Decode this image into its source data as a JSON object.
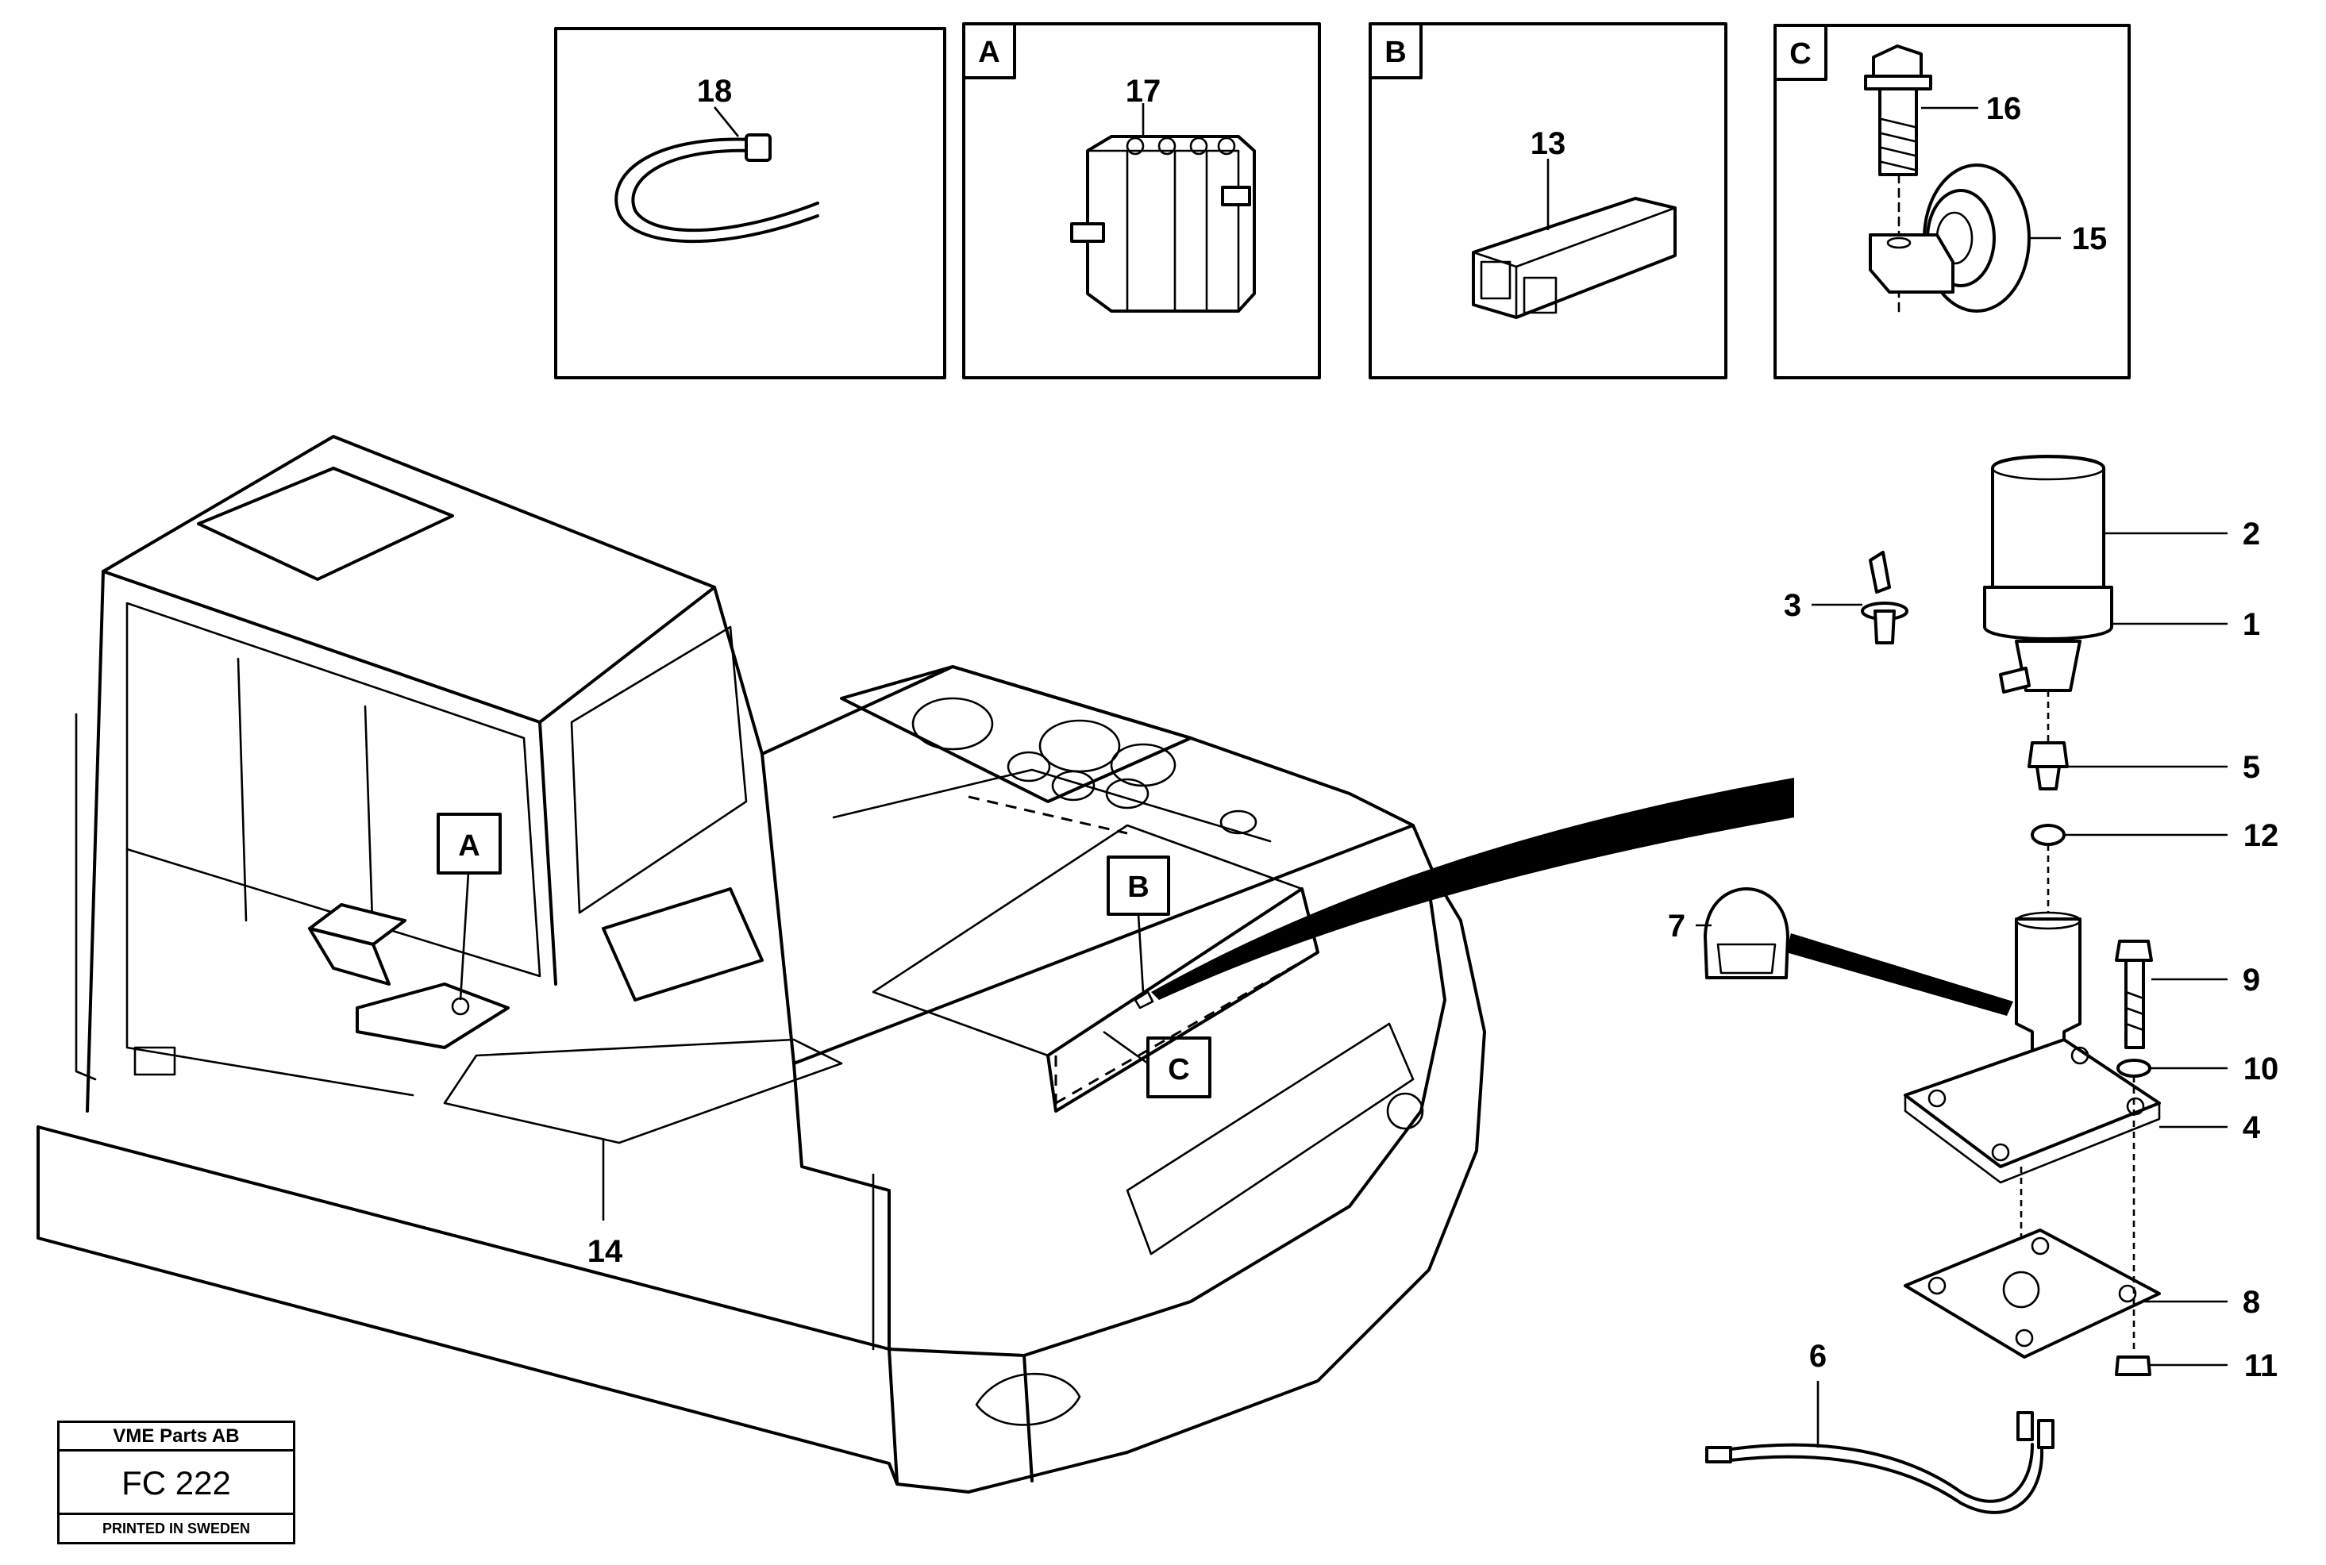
{
  "detail_frames": [
    {
      "tag": "",
      "part": "18"
    },
    {
      "tag": "A",
      "part": "17"
    },
    {
      "tag": "B",
      "part": "13"
    },
    {
      "tag": "C",
      "part": "16",
      "part2": "15"
    }
  ],
  "machine_callouts": {
    "a": "A",
    "b": "B",
    "c": "C",
    "floor": "14"
  },
  "beacon_parts": {
    "p1": "1",
    "p2": "2",
    "p3": "3",
    "p4": "4",
    "p5": "5",
    "p6": "6",
    "p7": "7",
    "p8": "8",
    "p9": "9",
    "p10": "10",
    "p11": "11",
    "p12": "12"
  },
  "stamp": {
    "company": "VME Parts AB",
    "code": "FC 222",
    "printed": "PRINTED IN SWEDEN"
  }
}
